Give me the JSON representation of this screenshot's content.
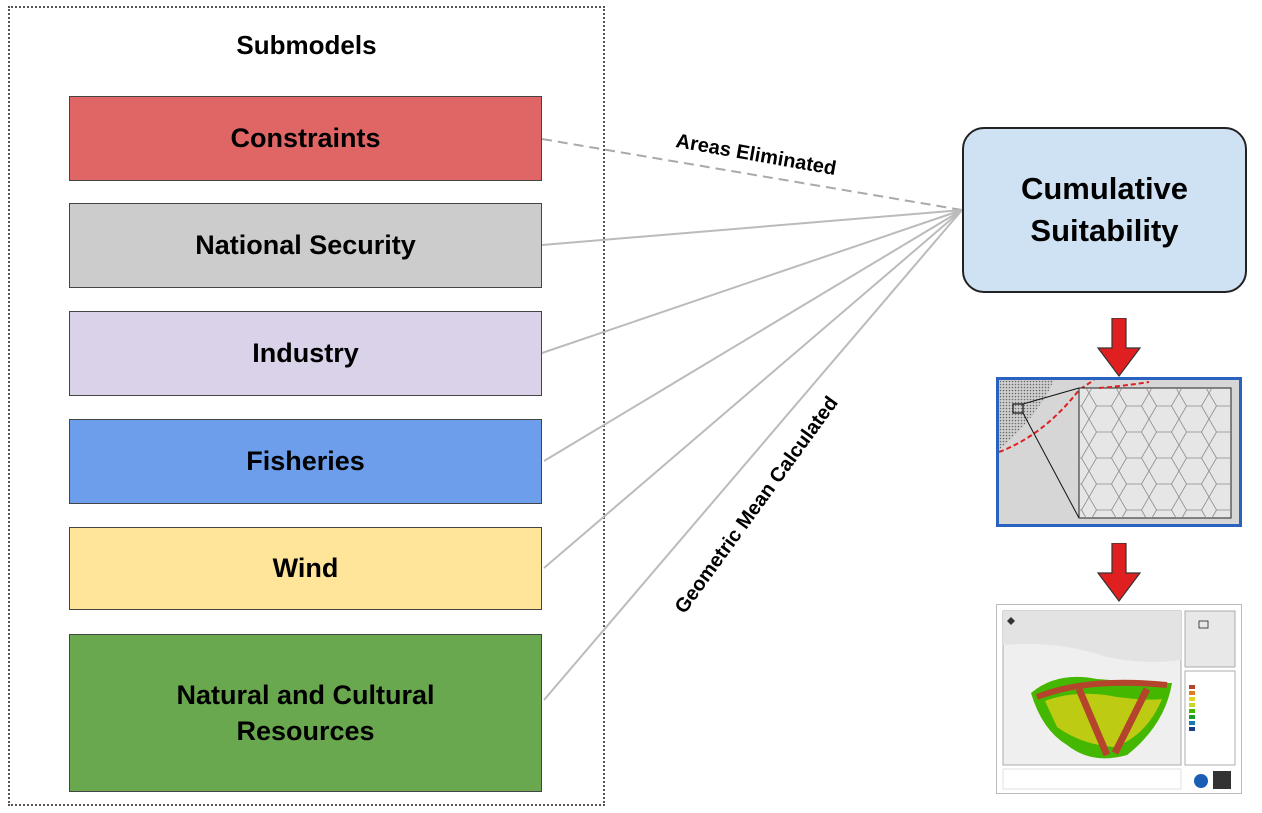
{
  "diagram": {
    "title": "Submodels",
    "submodels": [
      {
        "label": "Constraints",
        "color": "#e06666"
      },
      {
        "label": "National Security",
        "color": "#cccccc"
      },
      {
        "label": "Industry",
        "color": "#d9d2e9"
      },
      {
        "label": "Fisheries",
        "color": "#6d9eeb"
      },
      {
        "label": "Wind",
        "color": "#ffe599"
      },
      {
        "label": "Natural and Cultural Resources",
        "color": "#6aa84f"
      }
    ],
    "edge_labels": {
      "areas_eliminated": "Areas Eliminated",
      "geometric_mean": "Geometric Mean Calculated"
    },
    "output_box": {
      "label": "Cumulative Suitability",
      "color": "#cfe2f3"
    },
    "arrow_color": "#e02020",
    "hex_panel_border_color": "#2a62c0"
  }
}
